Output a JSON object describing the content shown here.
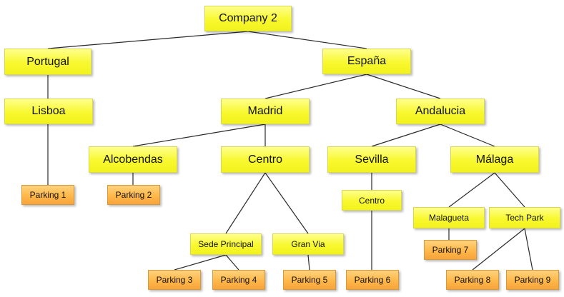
{
  "nodes": {
    "company": "Company 2",
    "portugal": "Portugal",
    "espana": "España",
    "lisboa": "Lisboa",
    "madrid": "Madrid",
    "andalucia": "Andalucia",
    "alcobendas": "Alcobendas",
    "centro": "Centro",
    "sevilla": "Sevilla",
    "malaga": "Málaga",
    "centro_sevilla": "Centro",
    "malagueta": "Malagueta",
    "tech_park": "Tech Park",
    "sede_principal": "Sede Principal",
    "gran_via": "Gran Via",
    "parking_1": "Parking 1",
    "parking_2": "Parking 2",
    "parking_3": "Parking 3",
    "parking_4": "Parking 4",
    "parking_5": "Parking 5",
    "parking_6": "Parking 6",
    "parking_7": "Parking 7",
    "parking_8": "Parking 8",
    "parking_9": "Parking 9"
  },
  "colors": {
    "line": "#2a2a2a",
    "node_fill_primary": "#f8f82f",
    "node_fill_leaf": "#ffb84a"
  }
}
